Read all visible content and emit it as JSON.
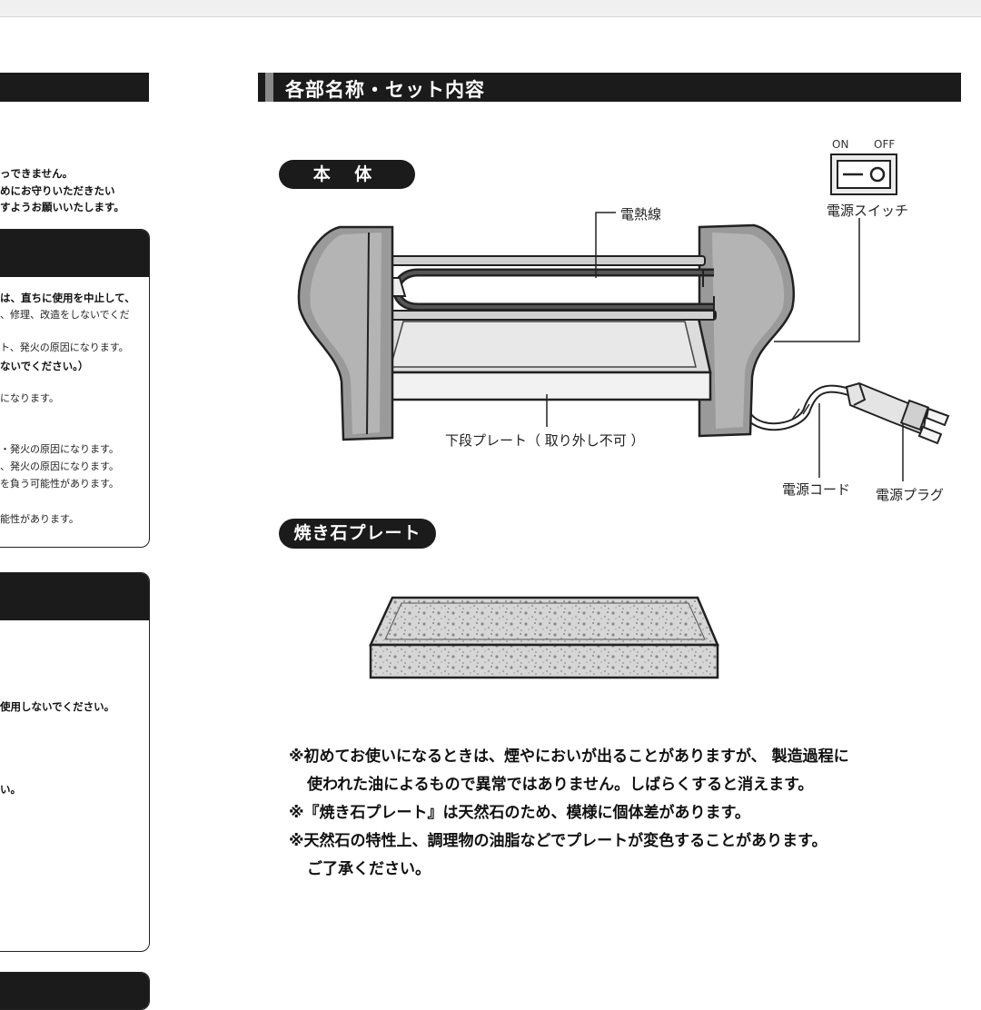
{
  "left_page": {
    "intro_lines": [
      "っできません。",
      "めにお守りいただきたい",
      "すようお願いいたします。"
    ],
    "box1_lines": [
      "は、直ちに使用を中止して、",
      "、修理、改造をしないでくだ",
      "ト、発火の原因になります。",
      "ないでください。）",
      "になります。",
      "・発火の原因になります。",
      "、発火の原因になります。",
      "を負う可能性があります。",
      "能性があります。"
    ],
    "box2_lines": [
      "使用しないでください。",
      "い。"
    ]
  },
  "section": {
    "title": "各部名称・セット内容"
  },
  "main_unit": {
    "heading": "本 体",
    "labels": {
      "heating_wire": "電熱線",
      "switch_on": "ON",
      "switch_off": "OFF",
      "power_switch": "電源スイッチ",
      "lower_plate": "下段プレート（ 取り外し不可 ）",
      "power_cord": "電源コード",
      "power_plug": "電源プラグ"
    }
  },
  "stone_plate": {
    "heading": "焼き石プレート"
  },
  "notes": [
    "※初めてお使いになるときは、煙やにおいが出ることがありますが、 製造過程に",
    "使われた油によるもので異常ではありません。しばらくすると消えます。",
    "※『焼き石プレート』は天然石のため、模様に個体差があります。",
    "※天然石の特性上、調理物の油脂などでプレートが変色することがあります。",
    "ご了承ください。"
  ]
}
